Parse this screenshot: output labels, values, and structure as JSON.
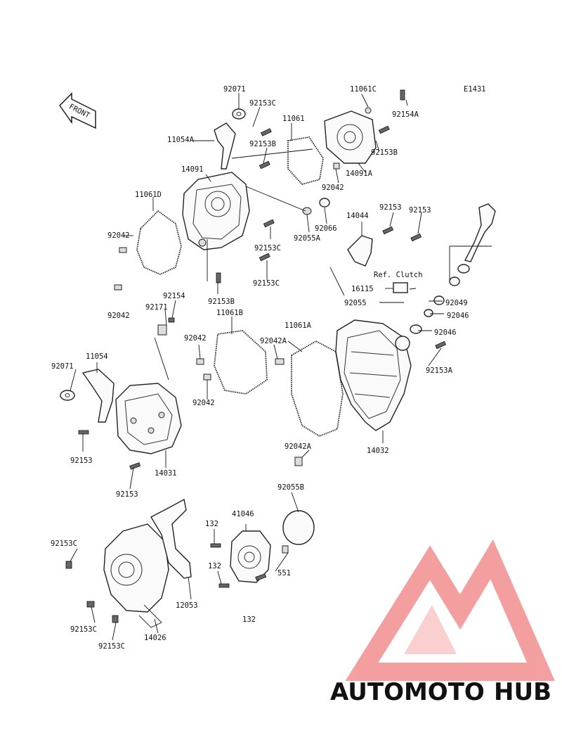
{
  "diagram_code": "E1431",
  "front_label": "FRONT",
  "ref_text": "Ref. Clutch",
  "watermark": {
    "part1": "AUTOMOTO",
    "part2": "HUB",
    "color1": "#f2b07a",
    "color2": "#8a8a8a",
    "logo_color": "#f08080"
  },
  "labels": [
    {
      "id": "l-92071-top",
      "text": "92071"
    },
    {
      "id": "l-92153c-top",
      "text": "92153C"
    },
    {
      "id": "l-11061c",
      "text": "11061C"
    },
    {
      "id": "l-11061-top",
      "text": "11061"
    },
    {
      "id": "l-92154a",
      "text": "92154A"
    },
    {
      "id": "l-11054a",
      "text": "11054A"
    },
    {
      "id": "l-92153b-top",
      "text": "92153B"
    },
    {
      "id": "l-92153b-right",
      "text": "92153B"
    },
    {
      "id": "l-14091",
      "text": "14091"
    },
    {
      "id": "l-14091a",
      "text": "14091A"
    },
    {
      "id": "l-92042-top",
      "text": "92042"
    },
    {
      "id": "l-11061d",
      "text": "11061D"
    },
    {
      "id": "l-92055a",
      "text": "92055A"
    },
    {
      "id": "l-92066",
      "text": "92066"
    },
    {
      "id": "l-14044",
      "text": "14044"
    },
    {
      "id": "l-92153-a",
      "text": "92153"
    },
    {
      "id": "l-92153-b",
      "text": "92153"
    },
    {
      "id": "l-92042-left",
      "text": "92042"
    },
    {
      "id": "l-92153c-mid",
      "text": "92153C"
    },
    {
      "id": "l-92153c-mid2",
      "text": "92153C"
    },
    {
      "id": "l-92153b-mid",
      "text": "92153B"
    },
    {
      "id": "l-16115",
      "text": "16115"
    },
    {
      "id": "l-92154",
      "text": "92154"
    },
    {
      "id": "l-92055",
      "text": "92055"
    },
    {
      "id": "l-92049",
      "text": "92049"
    },
    {
      "id": "l-92042-l2",
      "text": "92042"
    },
    {
      "id": "l-92171",
      "text": "92171"
    },
    {
      "id": "l-11061b",
      "text": "11061B"
    },
    {
      "id": "l-92046-a",
      "text": "92046"
    },
    {
      "id": "l-92046-b",
      "text": "92046"
    },
    {
      "id": "l-11061a",
      "text": "11061A"
    },
    {
      "id": "l-92042-c",
      "text": "92042"
    },
    {
      "id": "l-92042a",
      "text": "92042A"
    },
    {
      "id": "l-11054",
      "text": "11054"
    },
    {
      "id": "l-92071-left",
      "text": "92071"
    },
    {
      "id": "l-92153a",
      "text": "92153A"
    },
    {
      "id": "l-92042-d",
      "text": "92042"
    },
    {
      "id": "l-92153-left",
      "text": "92153"
    },
    {
      "id": "l-92042a-b",
      "text": "92042A"
    },
    {
      "id": "l-14032",
      "text": "14032"
    },
    {
      "id": "l-14031",
      "text": "14031"
    },
    {
      "id": "l-92153-bot",
      "text": "92153"
    },
    {
      "id": "l-92055b",
      "text": "92055B"
    },
    {
      "id": "l-41046",
      "text": "41046"
    },
    {
      "id": "l-132-a",
      "text": "132"
    },
    {
      "id": "l-92153c-bot",
      "text": "92153C"
    },
    {
      "id": "l-132-b",
      "text": "132"
    },
    {
      "id": "l-551",
      "text": "551"
    },
    {
      "id": "l-12053",
      "text": "12053"
    },
    {
      "id": "l-92153c-b2",
      "text": "92153C"
    },
    {
      "id": "l-132-c",
      "text": "132"
    },
    {
      "id": "l-14026",
      "text": "14026"
    },
    {
      "id": "l-92153c-b3",
      "text": "92153C"
    }
  ]
}
